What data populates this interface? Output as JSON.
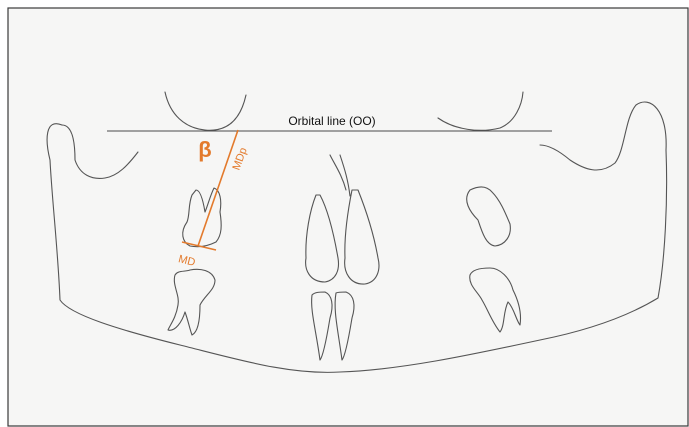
{
  "labels": {
    "orbital_line": "Orbital line (OO)",
    "beta": "β",
    "mdp": "MDp",
    "md": "MD"
  },
  "colors": {
    "annotation": "#e37a2c",
    "sketch": "#555555",
    "paper": "#f6f6f5"
  }
}
